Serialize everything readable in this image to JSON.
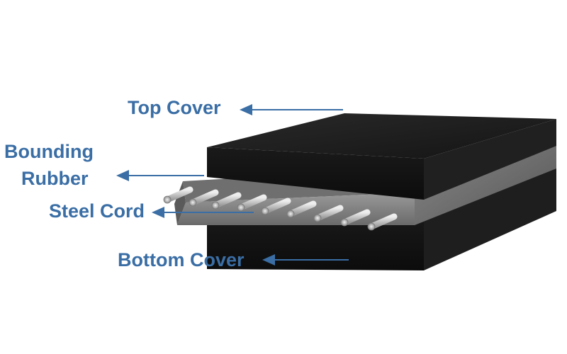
{
  "labels": {
    "top_cover": "Top Cover",
    "bonding_rubber_line1": "Bounding",
    "bonding_rubber_line2": "Rubber",
    "steel_cord": "Steel Cord",
    "bottom_cover": "Bottom Cover"
  },
  "colors": {
    "label_text": "#3a6ea5",
    "arrow": "#3a6ea5",
    "rubber_black": "#1b1b1b",
    "bonding_grey": "#6e6e6e",
    "steel_cord": "#c8c8c8"
  }
}
